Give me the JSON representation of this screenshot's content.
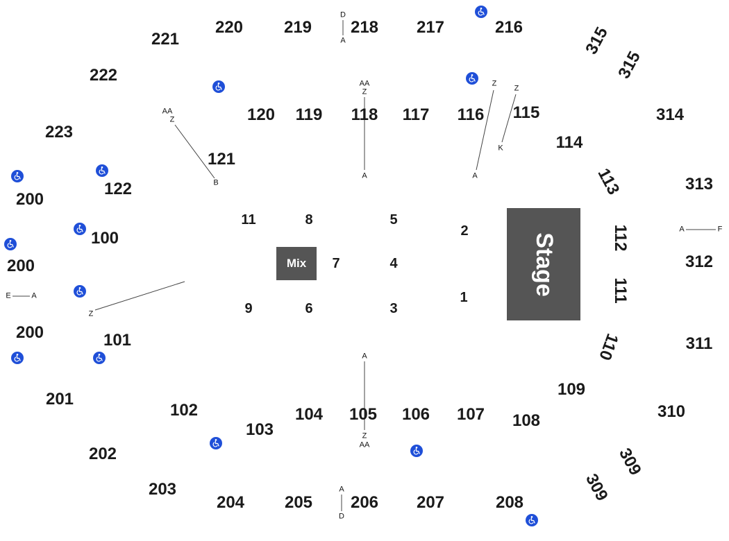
{
  "stage_label": "Stage",
  "mix_label": "Mix",
  "sections": {
    "s200a": "200",
    "s200b": "200",
    "s200c": "200",
    "s201": "201",
    "s202": "202",
    "s203": "203",
    "s204": "204",
    "s205": "205",
    "s206": "206",
    "s207": "207",
    "s208": "208",
    "s216": "216",
    "s217": "217",
    "s218": "218",
    "s219": "219",
    "s220": "220",
    "s221": "221",
    "s222": "222",
    "s223": "223",
    "s100": "100",
    "s101": "101",
    "s102": "102",
    "s103": "103",
    "s104": "104",
    "s105": "105",
    "s106": "106",
    "s107": "107",
    "s108": "108",
    "s109": "109",
    "s110": "110",
    "s111": "111",
    "s112": "112",
    "s113": "113",
    "s114": "114",
    "s115": "115",
    "s116": "116",
    "s117": "117",
    "s118": "118",
    "s119": "119",
    "s120": "120",
    "s121": "121",
    "s122": "122",
    "s309a": "309",
    "s309b": "309",
    "s310": "310",
    "s311": "311",
    "s312": "312",
    "s313": "313",
    "s314": "314",
    "s315a": "315",
    "s315b": "315"
  },
  "floor": {
    "f1": "1",
    "f2": "2",
    "f3": "3",
    "f4": "4",
    "f5": "5",
    "f6": "6",
    "f7": "7",
    "f8": "8",
    "f9": "9",
    "f11": "11"
  },
  "rows": {
    "r218d": "D",
    "r218a": "A",
    "r206a": "A",
    "r206d": "D",
    "r121aa": "AA",
    "r121z": "Z",
    "r121b": "B",
    "r118aa": "AA",
    "r118z": "Z",
    "r118a": "A",
    "r116z": "Z",
    "r116a": "A",
    "r115z": "Z",
    "r115k": "K",
    "r105a": "A",
    "r105z": "Z",
    "r105aa": "AA",
    "r200e": "E",
    "r200a": "A",
    "r101z": "Z",
    "r312a": "A",
    "r312f": "F"
  },
  "accessible_icon": "wheelchair-icon"
}
